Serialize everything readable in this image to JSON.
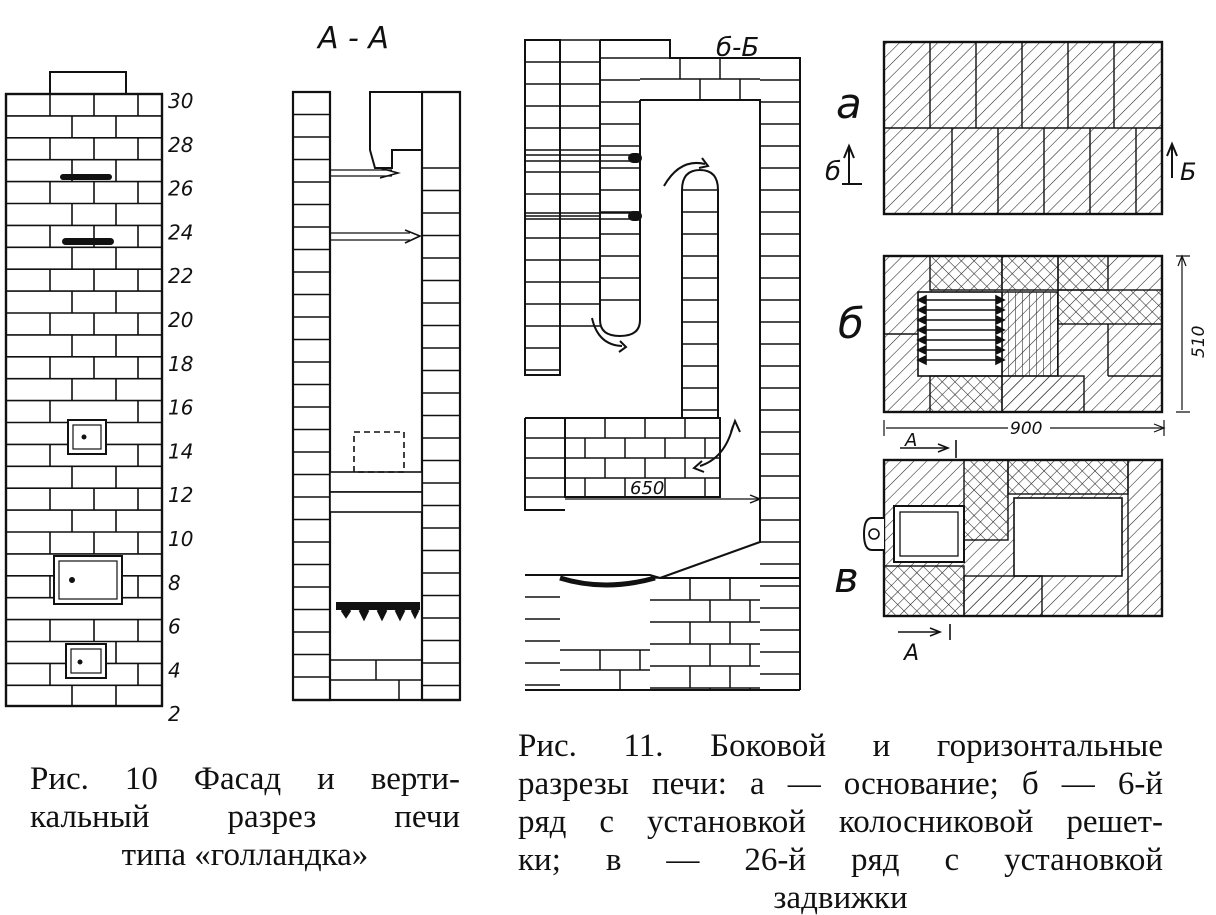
{
  "fig10": {
    "row_numbers": [
      "30",
      "28",
      "26",
      "24",
      "22",
      "20",
      "18",
      "16",
      "14",
      "12",
      "10",
      "8",
      "6",
      "4",
      "2"
    ],
    "section_label": "A - A",
    "caption": {
      "line1": "Рис. 10 Фасад и верти-",
      "line2": "кальный разрез печи",
      "line3": "типа «голландка»"
    }
  },
  "fig11": {
    "section_label": "б-Б",
    "dimension_650": "650",
    "plan_a_label": "а",
    "plan_b_label": "б",
    "plan_v_label": "в",
    "section_mark": "б",
    "section_mark_right": "Б",
    "dimension_510": "510",
    "dimension_900": "900",
    "cut_mark": "А",
    "caption": {
      "line1": "Рис. 11. Боковой и горизонтальные",
      "line2": "разрезы печи: а — основание; б — 6-й",
      "line3": "ряд с установкой колосниковой решет-",
      "line4": "ки; в — 26-й ряд с установкой",
      "line5": "задвижки"
    }
  }
}
